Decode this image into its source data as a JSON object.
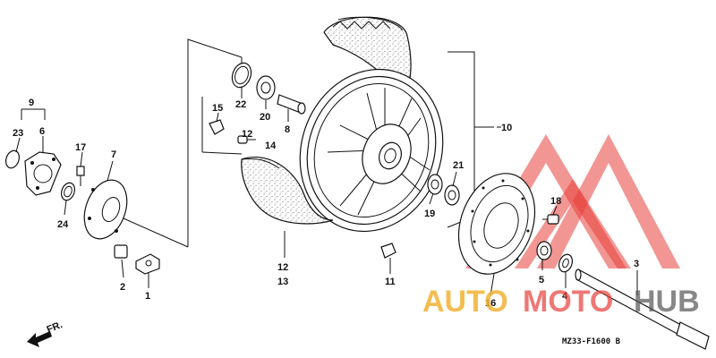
{
  "diagram": {
    "callouts": {
      "n1": "1",
      "n2": "2",
      "n3": "3",
      "n4": "4",
      "n5": "5",
      "n6": "6",
      "n7": "7",
      "n8": "8",
      "n9": "9",
      "n10": "10",
      "n11": "11",
      "n12": "12",
      "n12b": "12",
      "n13": "13",
      "n14": "14",
      "n15": "15",
      "n16": "16",
      "n17": "17",
      "n18": "18",
      "n19": "19",
      "n20": "20",
      "n21": "21",
      "n22": "22",
      "n23": "23",
      "n24": "24"
    },
    "front_marker": "FR.",
    "drawing_code": "MZ33-F1600 B"
  },
  "watermark": {
    "word_auto": "AUTO",
    "word_moto": "MOTO",
    "word_hub": "HUB",
    "accent": "#e8403a",
    "secondary": "#f2b233"
  }
}
